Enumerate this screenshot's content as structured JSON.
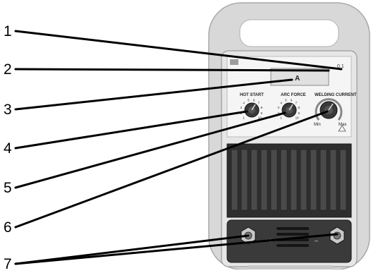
{
  "callouts": [
    {
      "number": "1",
      "target": "power-switch"
    },
    {
      "number": "2",
      "target": "display-symbol"
    },
    {
      "number": "3",
      "target": "current-display"
    },
    {
      "number": "4",
      "target": "hot-start-knob"
    },
    {
      "number": "5",
      "target": "arc-force-knob"
    },
    {
      "number": "6",
      "target": "welding-current-knob"
    },
    {
      "number": "7",
      "target": "output-terminals"
    }
  ],
  "panel": {
    "display_unit": "A",
    "switch_marks": "0 1",
    "knob_labels": {
      "hot_start": "HOT START",
      "arc_force": "ARC FORCE",
      "welding_current": "WELDING CURRENT"
    },
    "scale_numbers": [
      "1",
      "2",
      "3",
      "4",
      "5",
      "6",
      "7",
      "8",
      "9",
      "10"
    ],
    "current_min": "Min",
    "current_max": "Max",
    "terminal_plus": "+",
    "terminal_minus": "–"
  },
  "colors": {
    "line": "#000000",
    "handle": "#d4d4d4",
    "body": "#e8e8e8",
    "panel": "#f4f4f4",
    "grille": "#2a2a2a",
    "knob": "#3a3a3a"
  }
}
